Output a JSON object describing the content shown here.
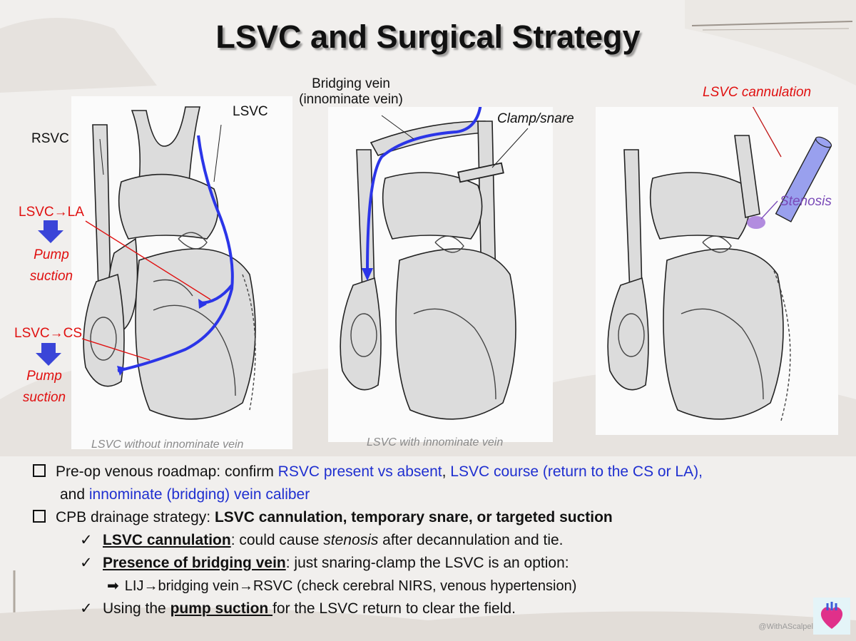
{
  "title": "LSVC and Surgical Strategy",
  "panels": [
    {
      "caption": "LSVC without innominate vein",
      "labels": {
        "lsvc": "LSVC",
        "rsvc": "RSVC",
        "lsvc_la": "LSVC→LA",
        "pump1": "Pump suction",
        "lsvc_cs": "LSVC→CS",
        "pump2": "Pump suction"
      }
    },
    {
      "caption": "LSVC with innominate vein",
      "labels": {
        "bridging": "Bridging vein (innominate vein)",
        "clamp": "Clamp/snare"
      }
    },
    {
      "caption": "",
      "labels": {
        "cannulation": "LSVC cannulation",
        "stenosis": "Stenosis"
      }
    }
  ],
  "bullets": {
    "b1": {
      "t1": "Pre-op venous roadmap: confirm ",
      "t2": "RSVC present vs absent",
      "t3": ", ",
      "t4": "LSVC course (return to the CS or LA),",
      "t5": "and ",
      "t6": "innominate (bridging) vein caliber"
    },
    "b2": {
      "t1": "CPB drainage strategy: ",
      "t2": "LSVC cannulation, temporary snare, or targeted suction"
    },
    "s1": {
      "t1": "LSVC cannulation",
      "t2": ": could cause ",
      "t3": "stenosis",
      "t4": " after decannulation and tie."
    },
    "s2": {
      "t1": "Presence of bridging vein",
      "t2": ": just snaring-clamp the LSVC is an option:"
    },
    "s2a": {
      "t1": "LIJ→bridging vein→RSVC (check cerebral NIRS, venous hypertension)"
    },
    "s3": {
      "t1": "Using the ",
      "t2": "pump suction ",
      "t3": "for the LSVC return to clear the field."
    }
  },
  "watermark": "@WithAScalpel",
  "colors": {
    "accent_blue": "#1f2fd0",
    "label_red": "#e01010",
    "stenosis_purple": "#7a4ab8"
  }
}
